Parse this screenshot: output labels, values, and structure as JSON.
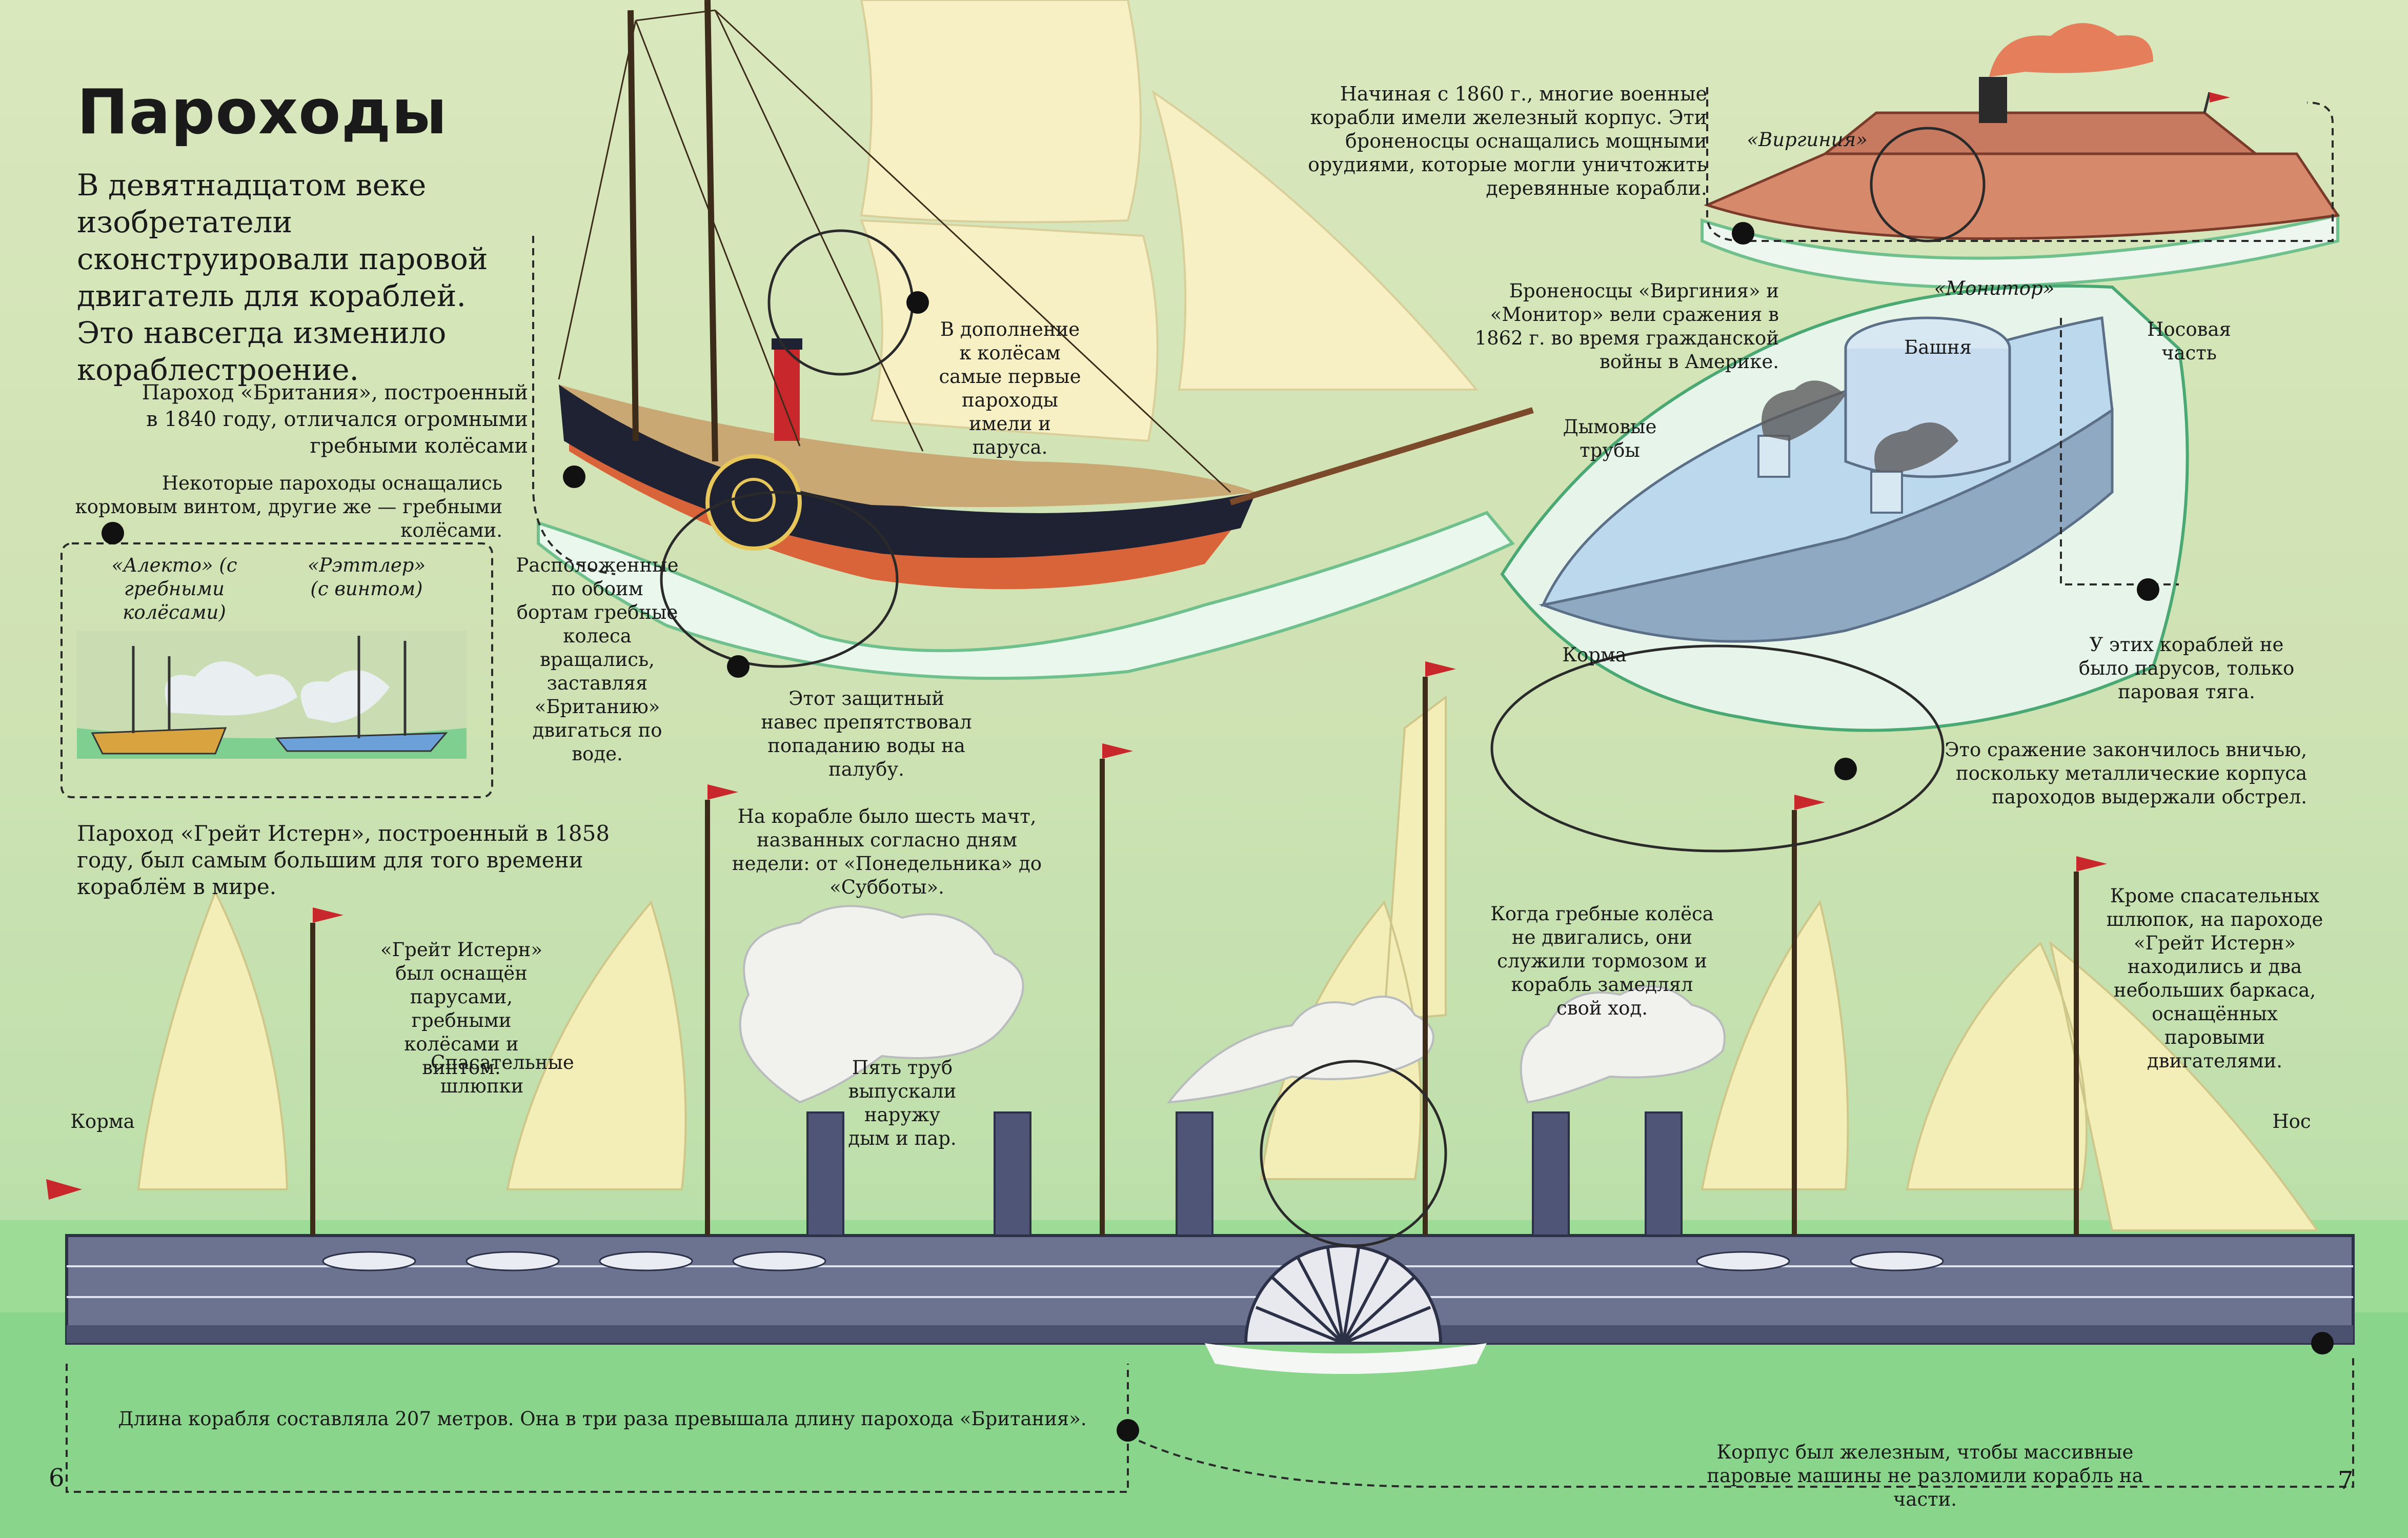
{
  "page": {
    "title": "Пароходы",
    "intro": "В девятнадцатом веке изобретатели сконструировали паровой двигатель для кораблей. Это навсегда изменило кораблестроение.",
    "page_left": "6",
    "page_right": "7"
  },
  "britannia": {
    "caption": "Пароход «Британия», построенный в 1840 году, отличался огромными гребными колёсами",
    "sails_note": "В дополнение к колёсам самые первые пароходы имели и паруса.",
    "wheels_note": "Расположенные по обоим бортам гребные колеса вращались, заставляя «Британию» двигаться по воде.",
    "canopy_note": "Этот защитный навес препятствовал попаданию воды на палубу."
  },
  "propulsion": {
    "note": "Некоторые пароходы оснащались кормовым винтом, другие же — гребными колёсами.",
    "alecto_label": "«Алекто» (с гребными колёсами)",
    "rattler_label": "«Рэттлер» (с винтом)"
  },
  "ironclads": {
    "intro": "Начиная с 1860 г., многие военные корабли имели железный корпус. Эти броненосцы оснащались мощными орудиями, которые могли уничтожить деревянные корабли.",
    "virginia_label": "«Виргиния»",
    "monitor_label": "«Монитор»",
    "battle_note": "Броненосцы «Виргиния» и «Монитор» вели сражения в 1862 г. во время гражданской войны в Америке.",
    "turret_label": "Башня",
    "bow_label": "Носовая часть",
    "funnels_label": "Дымовые трубы",
    "stern_label": "Корма",
    "no_sails_note": "У этих кораблей не было парусов, только паровая тяга.",
    "draw_note": "Это сражение закончилось вничью, поскольку металлические корпуса пароходов выдержали обстрел."
  },
  "great_eastern": {
    "caption": "Пароход «Грейт Истерн», построенный в 1858 году, был самым большим для того времени кораблём в мире.",
    "masts_note": "На корабле было шесть мачт, названных согласно дням недели: от «Понедельника» до «Субботы».",
    "equipment_note": "«Грейт Истерн» был оснащён парусами, гребными колёсами и винтом.",
    "lifeboats_label": "Спасательные шлюпки",
    "funnels_note": "Пять труб выпускали наружу дым и пар.",
    "brake_note": "Когда гребные колёса не двигались, они служили тормозом и корабль замедлял свой ход.",
    "launches_note": "Кроме спасательных шлюпок, на пароходе «Грейт Истерн» находились и два небольших баркаса, оснащённых паровыми двигателями.",
    "stern_label": "Корма",
    "bow_label": "Нос",
    "length_note": "Длина корабля составляла 207 метров. Она в три раза превышала длину парохода «Британия».",
    "hull_note": "Корпус был железным, чтобы массивные паровые машины не разломили корабль на части."
  },
  "colors": {
    "background": "#cfe2b3",
    "sea": "#8fd88e",
    "hull_grey": "#6b7391",
    "sail": "#f7f0c4",
    "hull_black": "#1f2233",
    "hull_red": "#d9643a",
    "ironclad_blue": "#b9d6ea"
  }
}
